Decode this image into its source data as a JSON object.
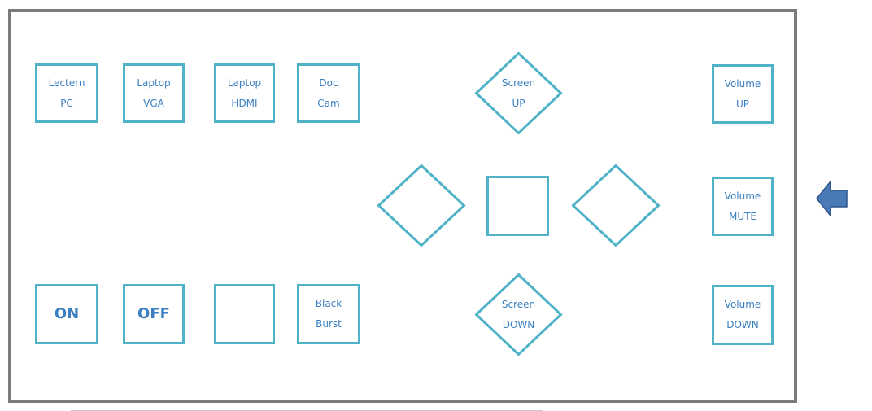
{
  "colors": {
    "button_border": "#4fb2c7",
    "label_text": "#3a7fc1",
    "panel_border": "#7b7b7b",
    "arrow_fill": "#4a7ab8",
    "arrow_stroke": "#2f5689"
  },
  "inputs": {
    "lectern_pc": [
      "Lectern",
      "PC"
    ],
    "laptop_vga": [
      "Laptop",
      "VGA"
    ],
    "laptop_hdmi": [
      "Laptop",
      "HDMI"
    ],
    "doc_cam": [
      "Doc",
      "Cam"
    ]
  },
  "power": {
    "on": "ON",
    "off": "OFF",
    "black_burst": [
      "Black",
      "Burst"
    ]
  },
  "screen": {
    "up": [
      "Screen",
      "UP"
    ],
    "down": [
      "Screen",
      "DOWN"
    ]
  },
  "volume": {
    "up": [
      "Volume",
      "UP"
    ],
    "mute": [
      "Volume",
      "MUTE"
    ],
    "down": [
      "Volume",
      "DOWN"
    ]
  },
  "icons": {
    "indicator": "left-arrow-icon"
  }
}
